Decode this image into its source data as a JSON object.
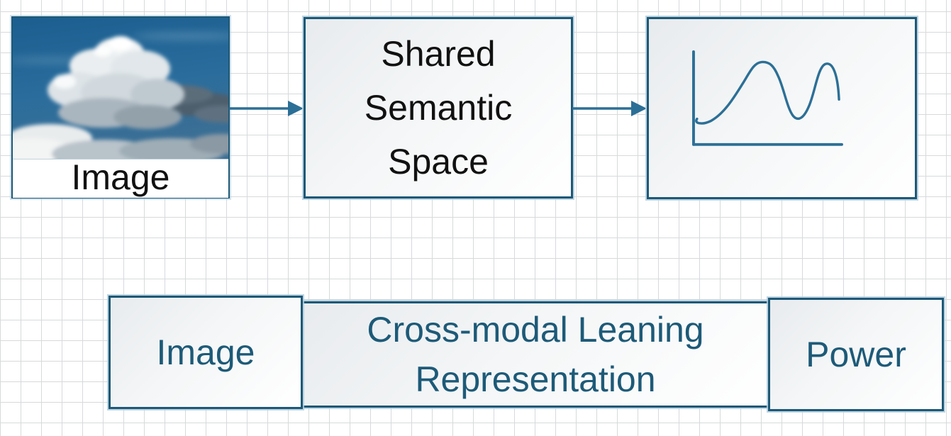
{
  "top_row": {
    "image_node": {
      "caption": "Image",
      "photo": "cumulus-clouds-photo"
    },
    "shared_box": {
      "label": "Shared\nSemantic\nSpace"
    },
    "signal_box": {
      "icon": "signal-curve-icon"
    },
    "connectors": [
      {
        "name": "arrow-image-to-shared-space",
        "direction": "right"
      },
      {
        "name": "arrow-shared-space-to-signal",
        "direction": "right"
      }
    ]
  },
  "bottom_row": {
    "image_box": {
      "label": "Image"
    },
    "crossmodal_box": {
      "label": "Cross-modal Leaning\nRepresentation"
    },
    "power_box": {
      "label": "Power"
    }
  },
  "colors": {
    "box_border": "#1d5876",
    "box_halo": "#b2cede",
    "box_fill_start": "#e8ebee",
    "box_fill_end": "#ffffff",
    "arrow": "#2c6f96",
    "curve": "#2c6f96",
    "top_text": "#111111",
    "bottom_text": "#1d5a78",
    "grid_line": "#d7d9db",
    "sky_top": "#1b5e8f",
    "sky_bottom": "#3d6f94"
  }
}
